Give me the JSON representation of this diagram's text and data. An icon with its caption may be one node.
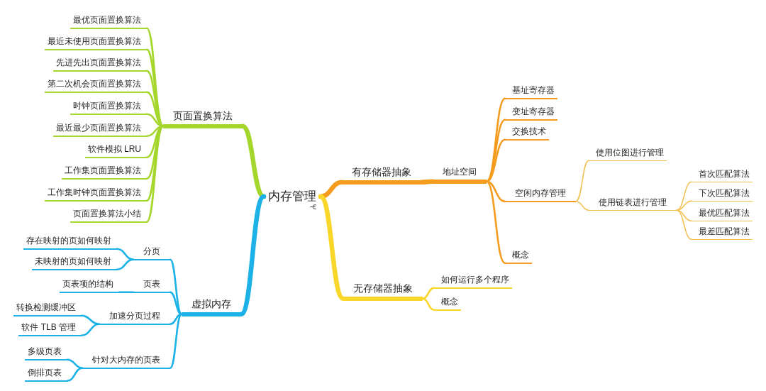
{
  "diagram": {
    "nodes": [
      {
        "text": [
          "内存管理"
        ]
      },
      {
        "text": [
          "页面置换算法"
        ]
      },
      {
        "text": [
          "最优页面置换算法"
        ]
      },
      {
        "text": [
          "最近未使用页面置换算法"
        ]
      },
      {
        "text": [
          "先进先出页面置换算法"
        ]
      },
      {
        "text": [
          "第二次机会页面置换算法"
        ]
      },
      {
        "text": [
          "时钟页面置换算法"
        ]
      },
      {
        "text": [
          "最近最少页面置换算法"
        ]
      },
      {
        "text": [
          "软件模拟 LRU"
        ]
      },
      {
        "text": [
          "工作集页面置换算法"
        ]
      },
      {
        "text": [
          "工作集时钟页面置换算法"
        ]
      },
      {
        "text": [
          "页面置换算法小结"
        ]
      },
      {
        "text": [
          "虚拟内存"
        ]
      },
      {
        "text": [
          "分页"
        ]
      },
      {
        "text": [
          "存在映射的页如何映射"
        ]
      },
      {
        "text": [
          "未映射的页如何映射"
        ]
      },
      {
        "text": [
          "页表"
        ]
      },
      {
        "text": [
          "页表项的结构"
        ]
      },
      {
        "text": [
          "加速分页过程"
        ]
      },
      {
        "text": [
          "转换检测缓冲区"
        ]
      },
      {
        "text": [
          "软件 TLB 管理"
        ]
      },
      {
        "text": [
          "针对大内存的页表"
        ]
      },
      {
        "text": [
          "多级页表"
        ]
      },
      {
        "text": [
          "倒排页表"
        ]
      },
      {
        "text": [
          "有存储器抽象"
        ]
      },
      {
        "text": [
          "地址空间"
        ]
      },
      {
        "text": [
          "基址寄存器"
        ]
      },
      {
        "text": [
          "变址寄存器"
        ]
      },
      {
        "text": [
          "交换技术"
        ]
      },
      {
        "text": [
          "空闲内存管理"
        ]
      },
      {
        "text": [
          "使用位图进行管理"
        ]
      },
      {
        "text": [
          "使用链表进行管理"
        ]
      },
      {
        "text": [
          "首次匹配算法"
        ]
      },
      {
        "text": [
          "下次匹配算法"
        ]
      },
      {
        "text": [
          "最优匹配算法"
        ]
      },
      {
        "text": [
          "最差匹配算法"
        ]
      },
      {
        "text": [
          "概念"
        ]
      },
      {
        "text": [
          "无存储器抽象"
        ]
      },
      {
        "text": [
          "如何运行多个程序"
        ]
      },
      {
        "text": [
          "概念"
        ]
      }
    ],
    "edges": [
      {
        "from": 0,
        "to": 1,
        "arrow": "none",
        "style": "thick",
        "color": "#a5d62b"
      },
      {
        "from": 1,
        "to": 2,
        "arrow": "none",
        "color": "#a5d62b"
      },
      {
        "from": 1,
        "to": 3,
        "arrow": "none",
        "color": "#a5d62b"
      },
      {
        "from": 1,
        "to": 4,
        "arrow": "none",
        "color": "#a5d62b"
      },
      {
        "from": 1,
        "to": 5,
        "arrow": "none",
        "color": "#a5d62b"
      },
      {
        "from": 1,
        "to": 6,
        "arrow": "none",
        "color": "#a5d62b"
      },
      {
        "from": 1,
        "to": 7,
        "arrow": "none",
        "color": "#a5d62b"
      },
      {
        "from": 1,
        "to": 8,
        "arrow": "none",
        "color": "#a5d62b"
      },
      {
        "from": 1,
        "to": 9,
        "arrow": "none",
        "color": "#a5d62b"
      },
      {
        "from": 1,
        "to": 10,
        "arrow": "none",
        "color": "#a5d62b"
      },
      {
        "from": 1,
        "to": 11,
        "arrow": "none",
        "color": "#a5d62b"
      },
      {
        "from": 0,
        "to": 12,
        "arrow": "none",
        "style": "thick"
      },
      {
        "from": 12,
        "to": 13,
        "arrow": "none"
      },
      {
        "from": 13,
        "to": 14,
        "arrow": "none"
      },
      {
        "from": 13,
        "to": 15,
        "arrow": "none"
      },
      {
        "from": 12,
        "to": 16,
        "arrow": "none"
      },
      {
        "from": 16,
        "to": 17,
        "arrow": "none"
      },
      {
        "from": 12,
        "to": 18,
        "arrow": "none"
      },
      {
        "from": 18,
        "to": 19,
        "arrow": "none"
      },
      {
        "from": 18,
        "to": 20,
        "arrow": "none"
      },
      {
        "from": 12,
        "to": 21,
        "arrow": "none"
      },
      {
        "from": 21,
        "to": 22,
        "arrow": "none"
      },
      {
        "from": 21,
        "to": 23,
        "arrow": "none"
      },
      {
        "from": 0,
        "to": 24,
        "arrow": "none",
        "style": "thick",
        "color": "#f59b1e"
      },
      {
        "from": 24,
        "to": 25,
        "arrow": "none",
        "style": "thick",
        "color": "#f59b1e"
      },
      {
        "from": 25,
        "to": 26,
        "arrow": "none",
        "color": "#f59b1e"
      },
      {
        "from": 25,
        "to": 27,
        "arrow": "none",
        "color": "#f59b1e"
      },
      {
        "from": 25,
        "to": 28,
        "arrow": "none",
        "color": "#f59b1e"
      },
      {
        "from": 25,
        "to": 29,
        "arrow": "none",
        "color": "#f59b1e"
      },
      {
        "from": 25,
        "to": 36,
        "arrow": "none",
        "color": "#f59b1e"
      },
      {
        "from": 29,
        "to": 30,
        "arrow": "none",
        "color": "#f2c04e"
      },
      {
        "from": 29,
        "to": 31,
        "arrow": "none",
        "color": "#f2c04e"
      },
      {
        "from": 31,
        "to": 32,
        "arrow": "none",
        "color": "#f2c04e"
      },
      {
        "from": 31,
        "to": 33,
        "arrow": "none",
        "color": "#f2c04e"
      },
      {
        "from": 31,
        "to": 34,
        "arrow": "none",
        "color": "#f2c04e"
      },
      {
        "from": 31,
        "to": 35,
        "arrow": "none",
        "color": "#f2c04e"
      },
      {
        "from": 0,
        "to": 37,
        "arrow": "none",
        "style": "thick",
        "color": "#f8d62a"
      },
      {
        "from": 37,
        "to": 38,
        "arrow": "none",
        "color": "#f8d62a"
      },
      {
        "from": 37,
        "to": 39,
        "arrow": "none",
        "color": "#f8d62a"
      }
    ]
  }
}
